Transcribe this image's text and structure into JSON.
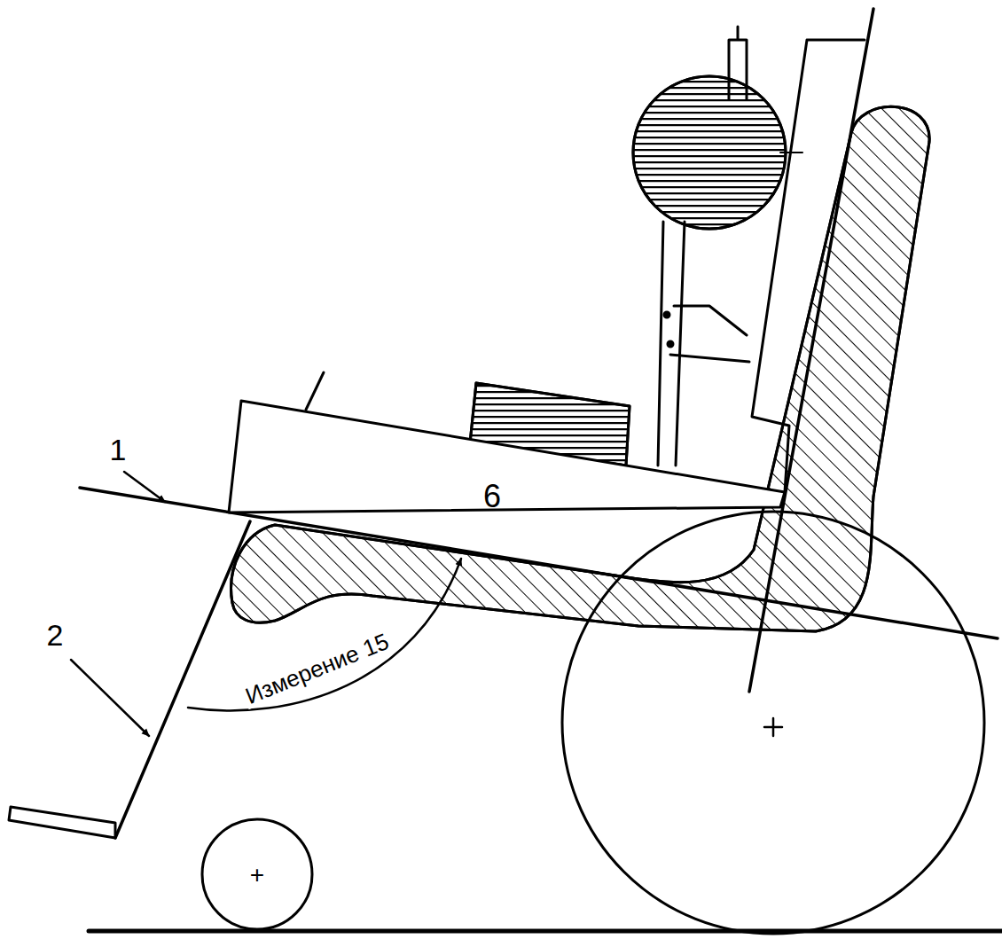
{
  "diagram": {
    "nodes": [
      {
        "text": [
          "6"
        ]
      }
    ],
    "labels": [
      "1",
      "2",
      "Измерение 15"
    ]
  }
}
